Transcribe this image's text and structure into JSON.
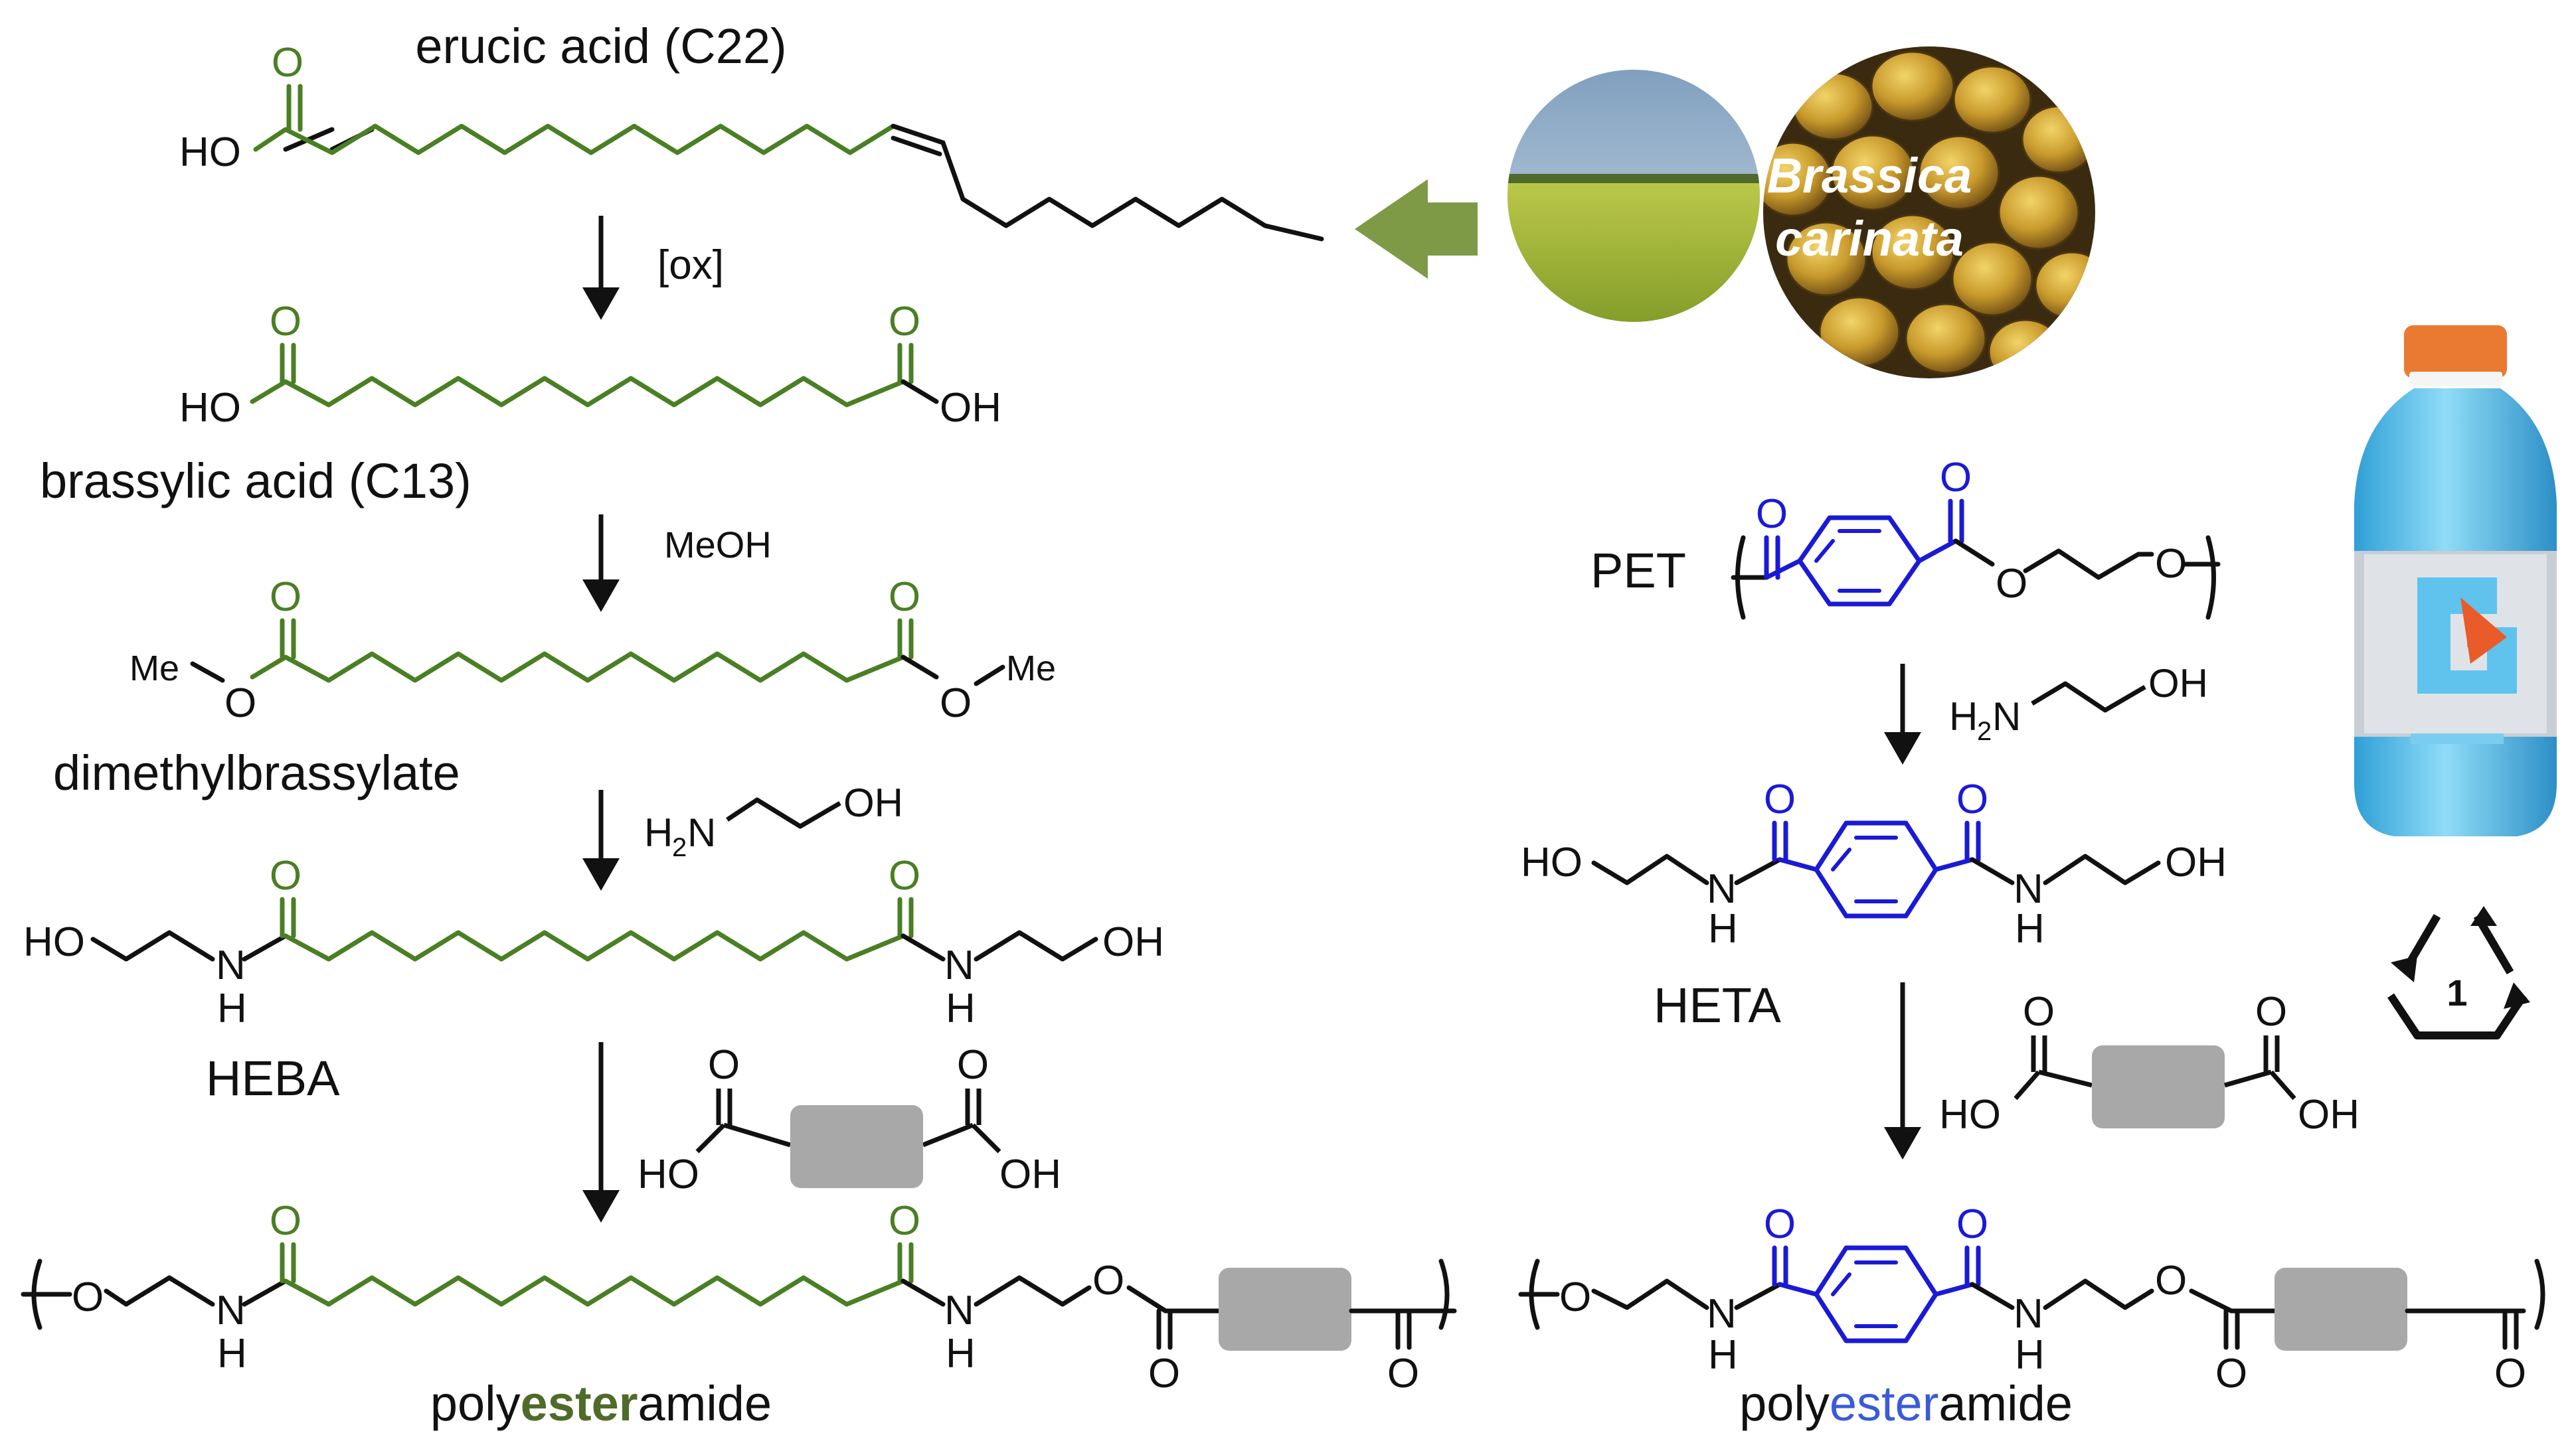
{
  "colors": {
    "green": "#4a7f24",
    "green_dark": "#4f6b2a",
    "blue": "#1a1ad6",
    "blue_text": "#3a5bd9",
    "black": "#111111",
    "gray_block": "#a8a8a8",
    "arrow_green": "#7e9a47",
    "bottle_blue": "#5cc4ef",
    "bottle_cap": "#ea7a31"
  },
  "left": {
    "erucic_acid": "erucic acid (C22)",
    "ox_reagent": "[ox]",
    "brassylic_acid": "brassylic acid (C13)",
    "meoh_reagent": "MeOH",
    "dimethylbrassylate": "dimethylbrassylate",
    "heba": "HEBA",
    "product_prefix": "poly",
    "product_highlight": "ester",
    "product_suffix": "amide"
  },
  "right": {
    "brassica_line1": "Brassica",
    "brassica_line2": "carinata",
    "pet": "PET",
    "heta": "HETA",
    "product_prefix": "poly",
    "product_highlight": "ester",
    "product_suffix": "amide",
    "recycle_code": "1"
  },
  "atoms": {
    "O": "O",
    "HO": "HO",
    "OH": "OH",
    "H": "H",
    "N": "N",
    "Me": "Me",
    "H2N_H": "H",
    "H2N_2": "2",
    "H2N_N": "N"
  },
  "icons": {
    "source_arrow": "left-arrow-icon",
    "bottle": "sports-drink-bottle-icon",
    "recycle": "recycle-pet-1-icon"
  }
}
